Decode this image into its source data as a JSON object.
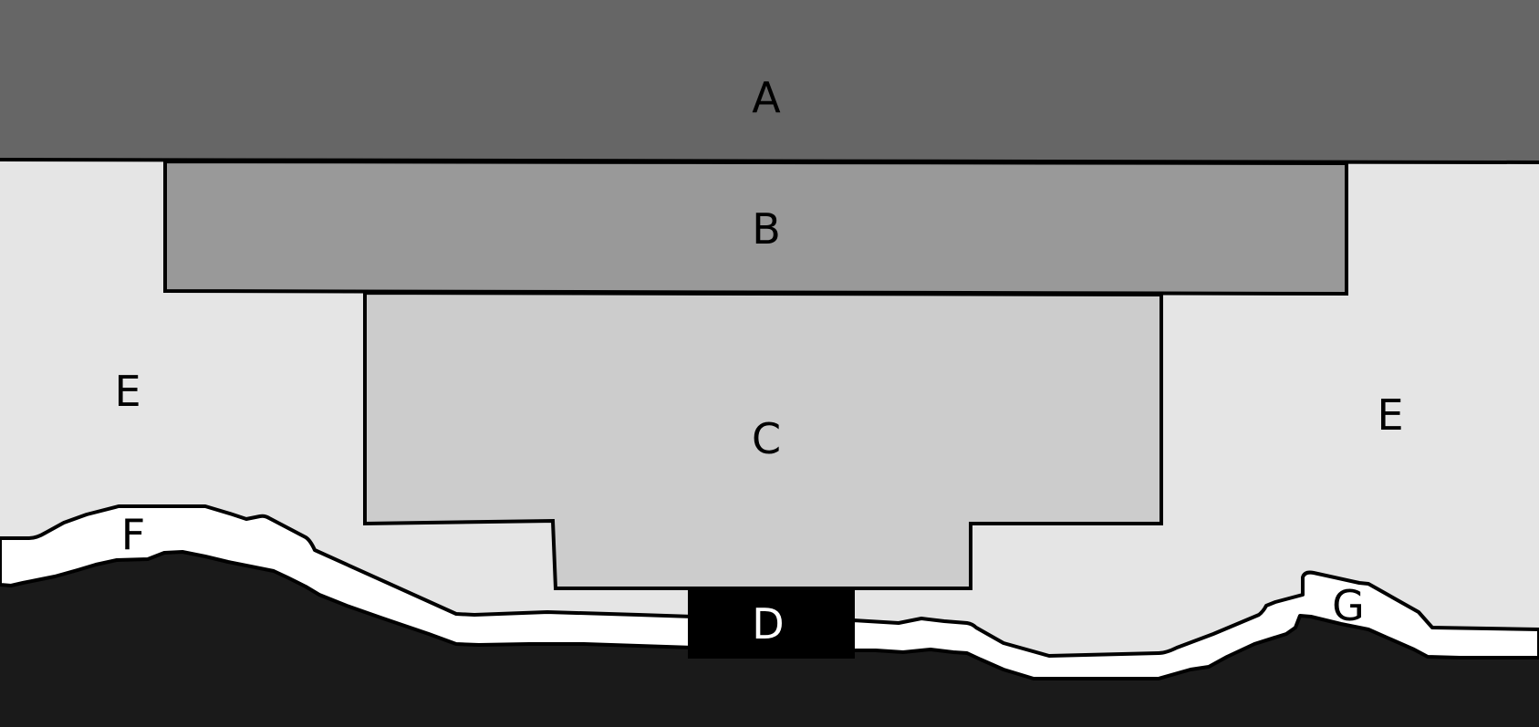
{
  "labels": {
    "a": "A",
    "b": "B",
    "c": "C",
    "d": "D",
    "e_left": "E",
    "e_right": "E",
    "f": "F",
    "g": "G"
  },
  "colors": {
    "background": "#e5e5e5",
    "layer_a": "#666666",
    "layer_b": "#999999",
    "layer_c": "#cccccc",
    "block_d": "#000000",
    "ground": "#1a1a1a",
    "white_band": "#ffffff",
    "outline": "#000000",
    "text_dark": "#000000",
    "text_light": "#ffffff"
  }
}
